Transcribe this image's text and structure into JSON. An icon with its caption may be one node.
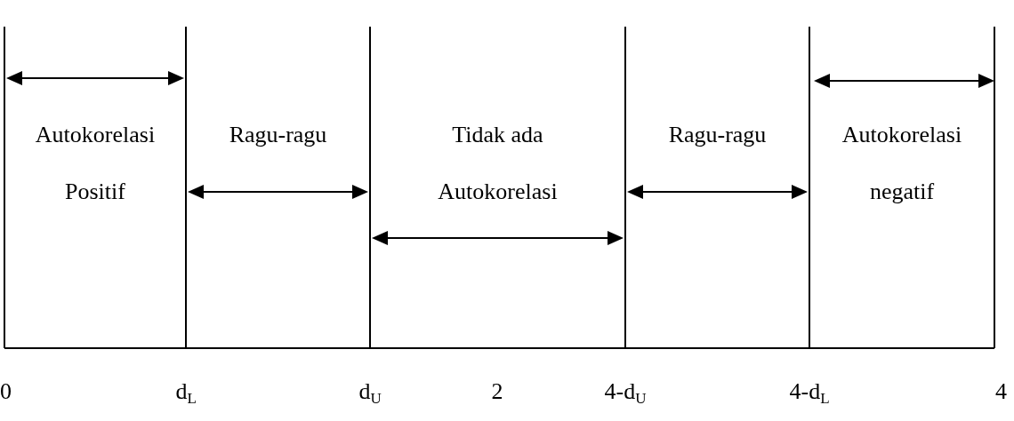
{
  "diagram": {
    "labels": [
      "Autokorelasi Positif",
      "Ragu-ragu",
      "Tidak ada Autokorelasi",
      "Ragu-ragu",
      "Autokorelasi negatif",
      "0",
      "d$_{L}$",
      "d$_{U}$",
      "2",
      "4-d$_{U}$",
      "4-d$_{L}$",
      "4"
    ]
  }
}
